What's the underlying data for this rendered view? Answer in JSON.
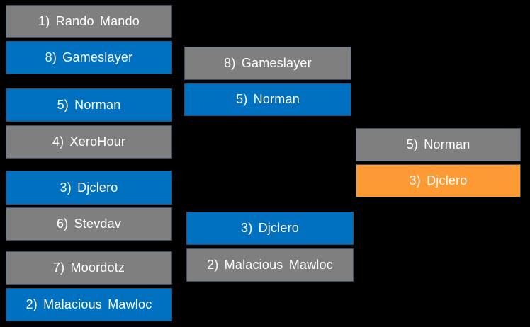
{
  "colors": {
    "background": "#000000",
    "loser_grey": "#7f7f7f",
    "winner_blue": "#0070c0",
    "champion_orange": "#fe9a33",
    "border": "#3c4d6b"
  },
  "bracket": {
    "round1": {
      "match1": {
        "top": "1)  Rando Mando",
        "bottom": "8)  Gameslayer"
      },
      "match2": {
        "top": "5)  Norman",
        "bottom": "4)  XeroHour"
      },
      "match3": {
        "top": "3)  Djclero",
        "bottom": "6)  Stevdav"
      },
      "match4": {
        "top": "7)  Moordotz",
        "bottom": "2)  Malacious  Mawloc"
      }
    },
    "round2": {
      "match1": {
        "top": "8)  Gameslayer",
        "bottom": "5)  Norman"
      },
      "match2": {
        "top": "3)  Djclero",
        "bottom": "2)  Malacious  Mawloc"
      }
    },
    "final": {
      "match1": {
        "top": "5)  Norman",
        "bottom": "3)  Djclero"
      }
    }
  }
}
